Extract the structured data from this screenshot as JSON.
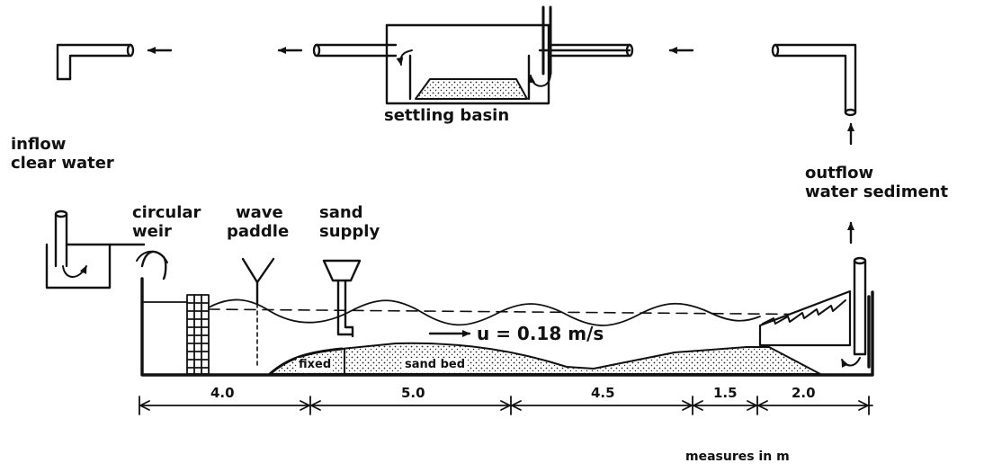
{
  "labels": {
    "settling_basin": "settling basin",
    "inflow_line1": "inflow",
    "inflow_line2": "clear water",
    "outflow_line1": "outflow",
    "outflow_line2": "water sediment",
    "circular_line1": "circular",
    "circular_line2": "weir",
    "wave_line1": "wave",
    "wave_line2": "paddle",
    "sand_line1": "sand",
    "sand_line2": "supply",
    "velocity": "u = 0.18 m/s",
    "fixed": "fixed",
    "sand_bed": "sand  bed",
    "measures": "measures in m"
  },
  "dimensions": {
    "d1": "4.0",
    "d2": "5.0",
    "d3": "4.5",
    "d4": "1.5",
    "d5": "2.0"
  }
}
